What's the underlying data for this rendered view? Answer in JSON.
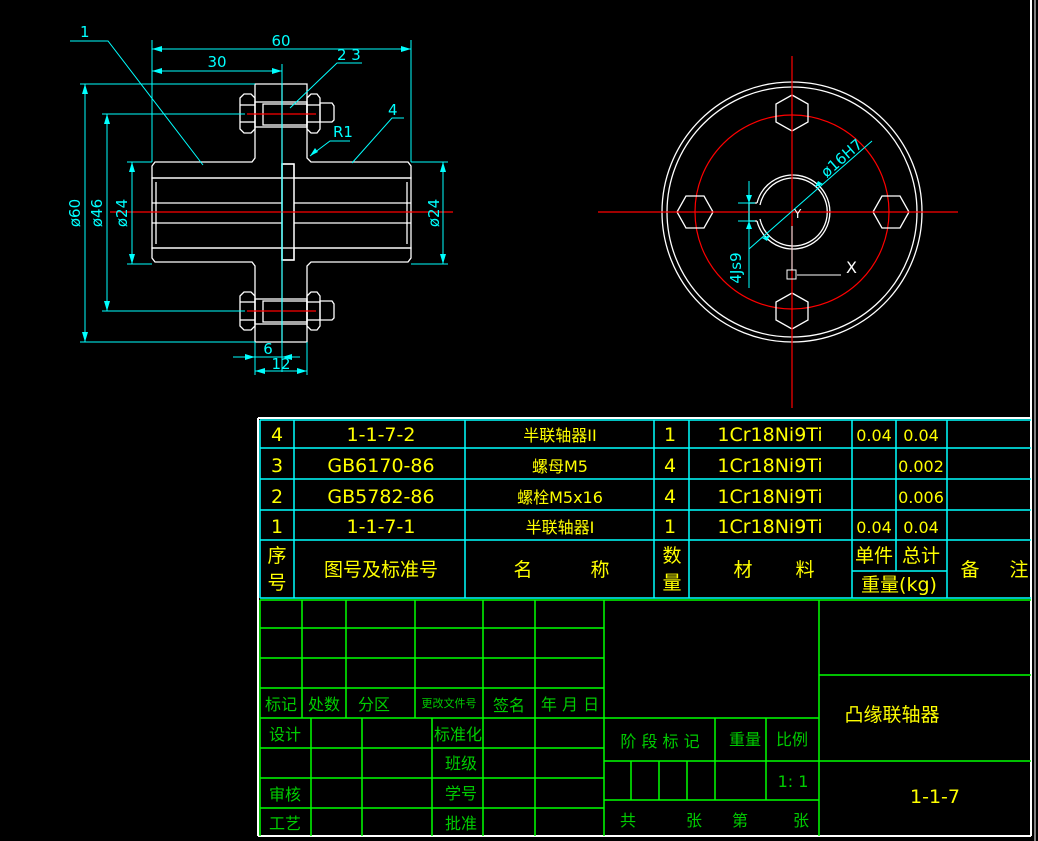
{
  "colors": {
    "background": "#000000",
    "dimension": "#00ffff",
    "outline": "#ffffff",
    "centerline": "#ff0000",
    "parts_grid": "#00ffff",
    "title_grid": "#00ff00",
    "text_yellow": "#ffff00",
    "text_green": "#00cc00"
  },
  "front_view": {
    "balloons": {
      "part1": "1",
      "part23": "2 3",
      "part4": "4"
    },
    "dims": {
      "overall_length": "60",
      "half_length": "30",
      "radius": "R1",
      "outer_dia": "ø60",
      "bolt_circle": "ø46",
      "bore_left": "ø24",
      "bore_right": "ø24",
      "flange_half": "6",
      "flange_width": "12"
    }
  },
  "side_view": {
    "bore_dim": "ø16H7",
    "keyway_dim": "4Js9",
    "ucs_x": "X",
    "ucs_y": "Y"
  },
  "parts_list": {
    "rows": [
      {
        "no": "4",
        "code": "1-1-7-2",
        "name": "半联轴器II",
        "qty": "1",
        "material": "1Cr18Ni9Ti",
        "unit_wt": "0.04",
        "total_wt": "0.04",
        "note": ""
      },
      {
        "no": "3",
        "code": "GB6170-86",
        "name": "螺母M5",
        "qty": "4",
        "material": "1Cr18Ni9Ti",
        "unit_wt": "",
        "total_wt": "0.002",
        "note": ""
      },
      {
        "no": "2",
        "code": "GB5782-86",
        "name": "螺栓M5x16",
        "qty": "4",
        "material": "1Cr18Ni9Ti",
        "unit_wt": "",
        "total_wt": "0.006",
        "note": ""
      },
      {
        "no": "1",
        "code": "1-1-7-1",
        "name": "半联轴器I",
        "qty": "1",
        "material": "1Cr18Ni9Ti",
        "unit_wt": "0.04",
        "total_wt": "0.04",
        "note": ""
      }
    ],
    "header": {
      "no_1": "序",
      "no_2": "号",
      "code": "图号及标准号",
      "name_1": "名",
      "name_2": "称",
      "qty_1": "数",
      "qty_2": "量",
      "material_1": "材",
      "material_2": "料",
      "unit": "单件",
      "total": "总计",
      "weight": "重量(kg)",
      "note_1": "备",
      "note_2": "注"
    }
  },
  "title_block": {
    "rev_headers": [
      "标记",
      "处数",
      "分区",
      "更改文件号",
      "签名",
      "年 月 日"
    ],
    "design": "设计",
    "standardize": "标准化",
    "class": "班级",
    "review": "审核",
    "student_no": "学号",
    "process": "工艺",
    "approve": "批准",
    "stage_mark": "阶 段 标 记",
    "weight": "重量",
    "scale_label": "比例",
    "scale": "1: 1",
    "sheets_total": "共",
    "sheets_unit1": "张",
    "sheet_no": "第",
    "sheets_unit2": "张",
    "title": "凸缘联轴器",
    "drawing_no": "1-1-7"
  }
}
